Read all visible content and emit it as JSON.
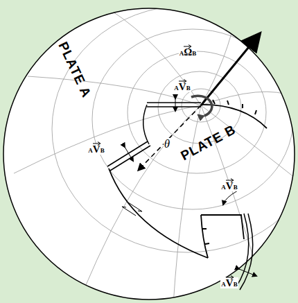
{
  "diagram": {
    "labels": [
      "PLATE A",
      "PLATE B",
      "AΩB",
      "AVB",
      "AVB",
      "AVB",
      "AVB",
      "θ"
    ]
  }
}
